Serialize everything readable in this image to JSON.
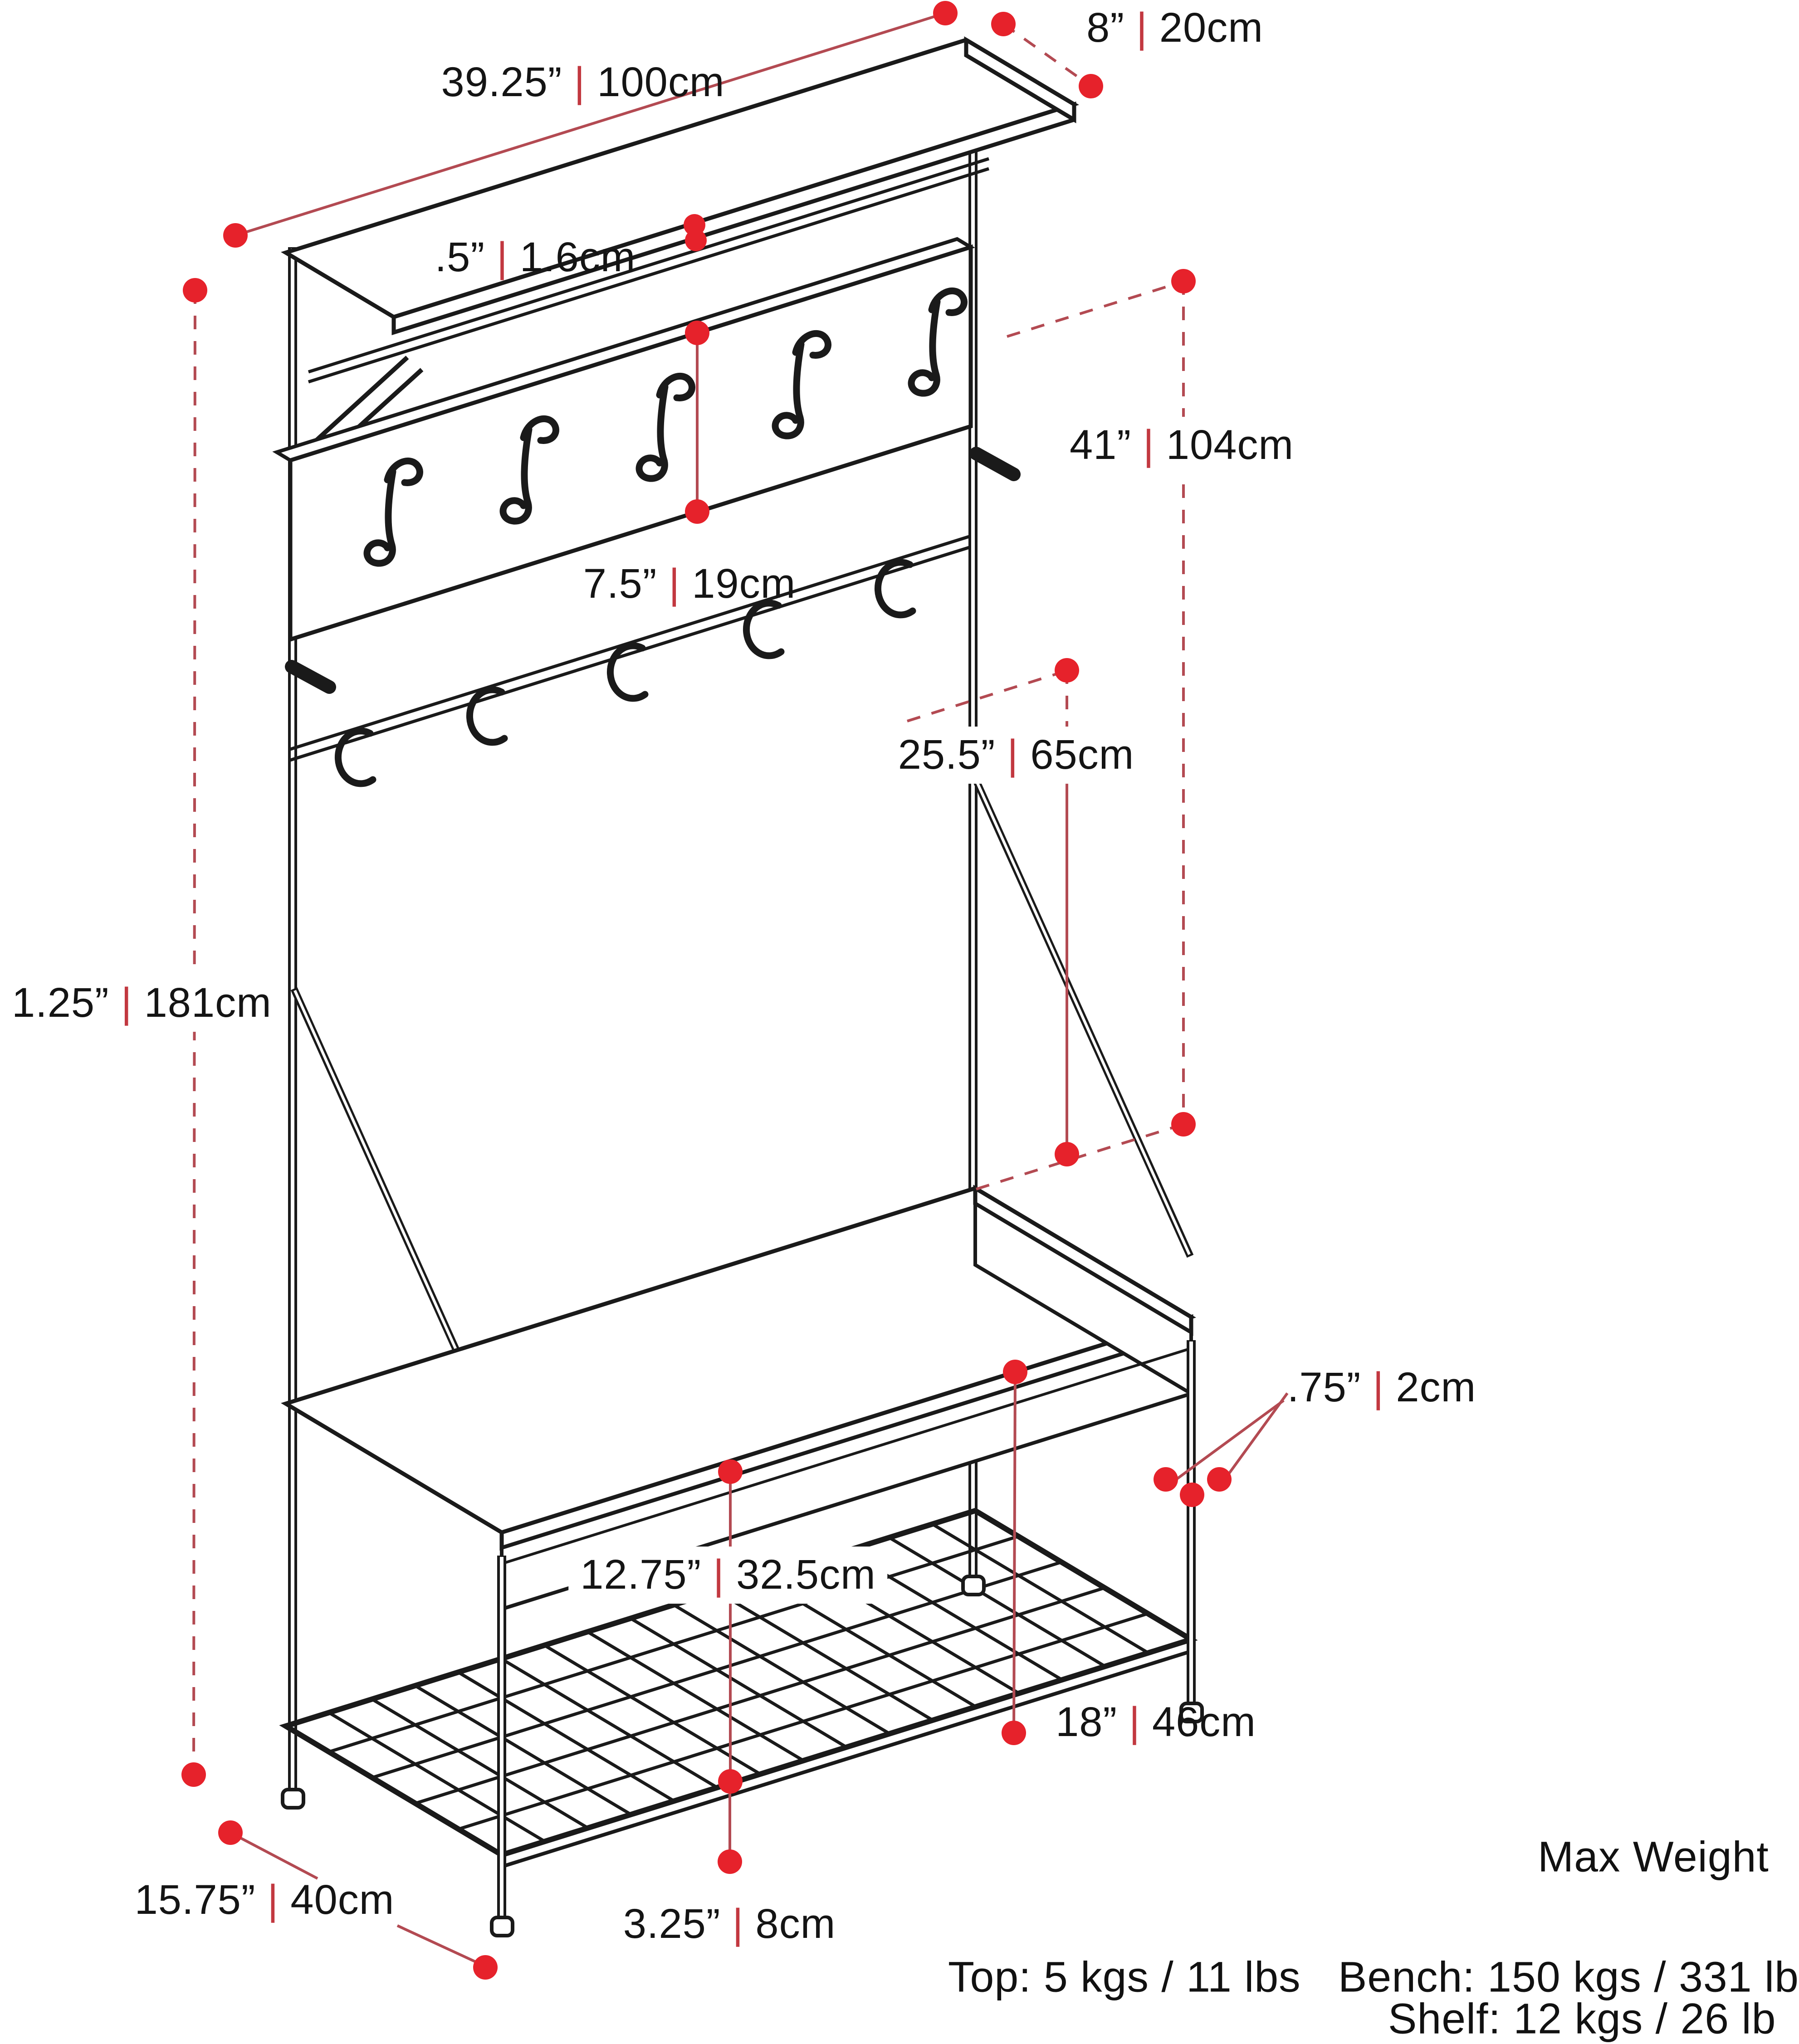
{
  "separator": "|",
  "colors": {
    "dimension_line": "#b34a52",
    "dimension_dot": "#e6222b",
    "separator_red": "#c23840",
    "line_art_ink": "#1a1a1a",
    "background": "#ffffff",
    "text": "#141414"
  },
  "dimensions": {
    "top_width": {
      "imperial": "39.25”",
      "metric": "100cm"
    },
    "top_depth": {
      "imperial": "8”",
      "metric": "20cm"
    },
    "shelf_thickness": {
      "imperial": ".5”",
      "metric": "1.6cm"
    },
    "hook_panel": {
      "imperial": "7.5”",
      "metric": "19cm"
    },
    "panel_to_bench": {
      "imperial": "41”",
      "metric": "104cm"
    },
    "rod_to_bench": {
      "imperial": "25.5”",
      "metric": "65cm"
    },
    "total_height": {
      "imperial": "1.25”",
      "metric": "181cm"
    },
    "frame_tube": {
      "imperial": ".75”",
      "metric": "2cm"
    },
    "bench_to_rack": {
      "imperial": "12.75”",
      "metric": "32.5cm"
    },
    "bench_height": {
      "imperial": "18”",
      "metric": "46cm"
    },
    "unit_depth": {
      "imperial": "15.75”",
      "metric": "40cm"
    },
    "rack_height": {
      "imperial": "3.25”",
      "metric": "8cm"
    }
  },
  "weights": {
    "heading": "Max Weight",
    "top": "Top: 5 kgs / 11 lbs",
    "bench": "Bench: 150 kgs / 331 lb",
    "shelf": "Shelf: 12 kgs / 26 lb"
  },
  "drawing": {
    "coat_hooks": 5,
    "s_hooks": 5,
    "pegs": 2
  }
}
